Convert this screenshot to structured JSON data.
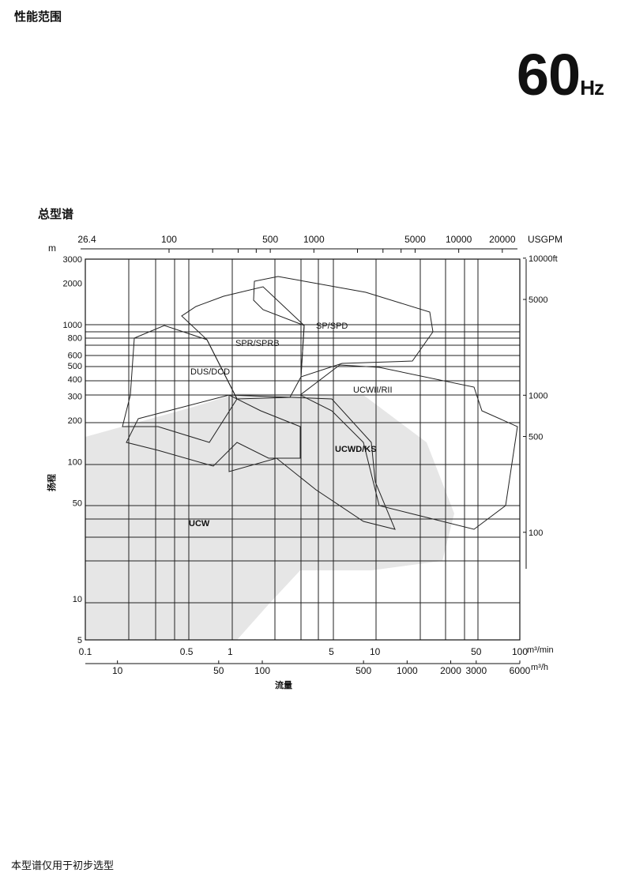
{
  "header": {
    "title": "性能范围",
    "frequency_value": "60",
    "frequency_unit": "Hz"
  },
  "chart_title": "总型谱",
  "footnote": "本型谱仅用于初步选型",
  "chart_data": {
    "type": "area",
    "title": "总型谱",
    "xlabel": "流量",
    "ylabel": "扬程",
    "x_scale": "log",
    "y_scale": "log",
    "xlim_m3min": [
      0.1,
      100
    ],
    "ylim_m": [
      5,
      3000
    ],
    "grid": true,
    "y_left_unit": "m",
    "y_left_ticks": [
      "3000",
      "2000",
      "1000",
      "800",
      "600",
      "500",
      "400",
      "300",
      "200",
      "100",
      "50",
      "10",
      "5"
    ],
    "y_left_values": [
      3000,
      2000,
      1000,
      800,
      600,
      500,
      400,
      300,
      200,
      100,
      50,
      10,
      5
    ],
    "y_right_unit": "ft",
    "y_right_ticks": [
      "10000ft",
      "5000",
      "1000",
      "500",
      "100"
    ],
    "y_right_values": [
      10000,
      5000,
      1000,
      500,
      100
    ],
    "x_top_unit": "USGPM",
    "x_top_ticks": [
      "26.4",
      "100",
      "500",
      "1000",
      "5000",
      "10000",
      "20000"
    ],
    "x_top_values": [
      26.4,
      100,
      500,
      1000,
      5000,
      10000,
      20000
    ],
    "x_bottom1_unit": "m³/min",
    "x_bottom1_ticks": [
      "0.1",
      "0.5",
      "1",
      "5",
      "10",
      "50",
      "100"
    ],
    "x_bottom1_values": [
      0.1,
      0.5,
      1,
      5,
      10,
      50,
      100
    ],
    "x_bottom2_unit": "m³/h",
    "x_bottom2_ticks": [
      "10",
      "50",
      "100",
      "500",
      "1000",
      "2000",
      "3000",
      "6000"
    ],
    "x_bottom2_values": [
      10,
      50,
      100,
      500,
      1000,
      2000,
      3000,
      6000
    ],
    "regions": [
      {
        "name": "SP/SPD"
      },
      {
        "name": "SPR/SPRB"
      },
      {
        "name": "DUS/DCD"
      },
      {
        "name": "UCWII/RII"
      },
      {
        "name": "UCWD/KS"
      },
      {
        "name": "UCW"
      }
    ]
  }
}
